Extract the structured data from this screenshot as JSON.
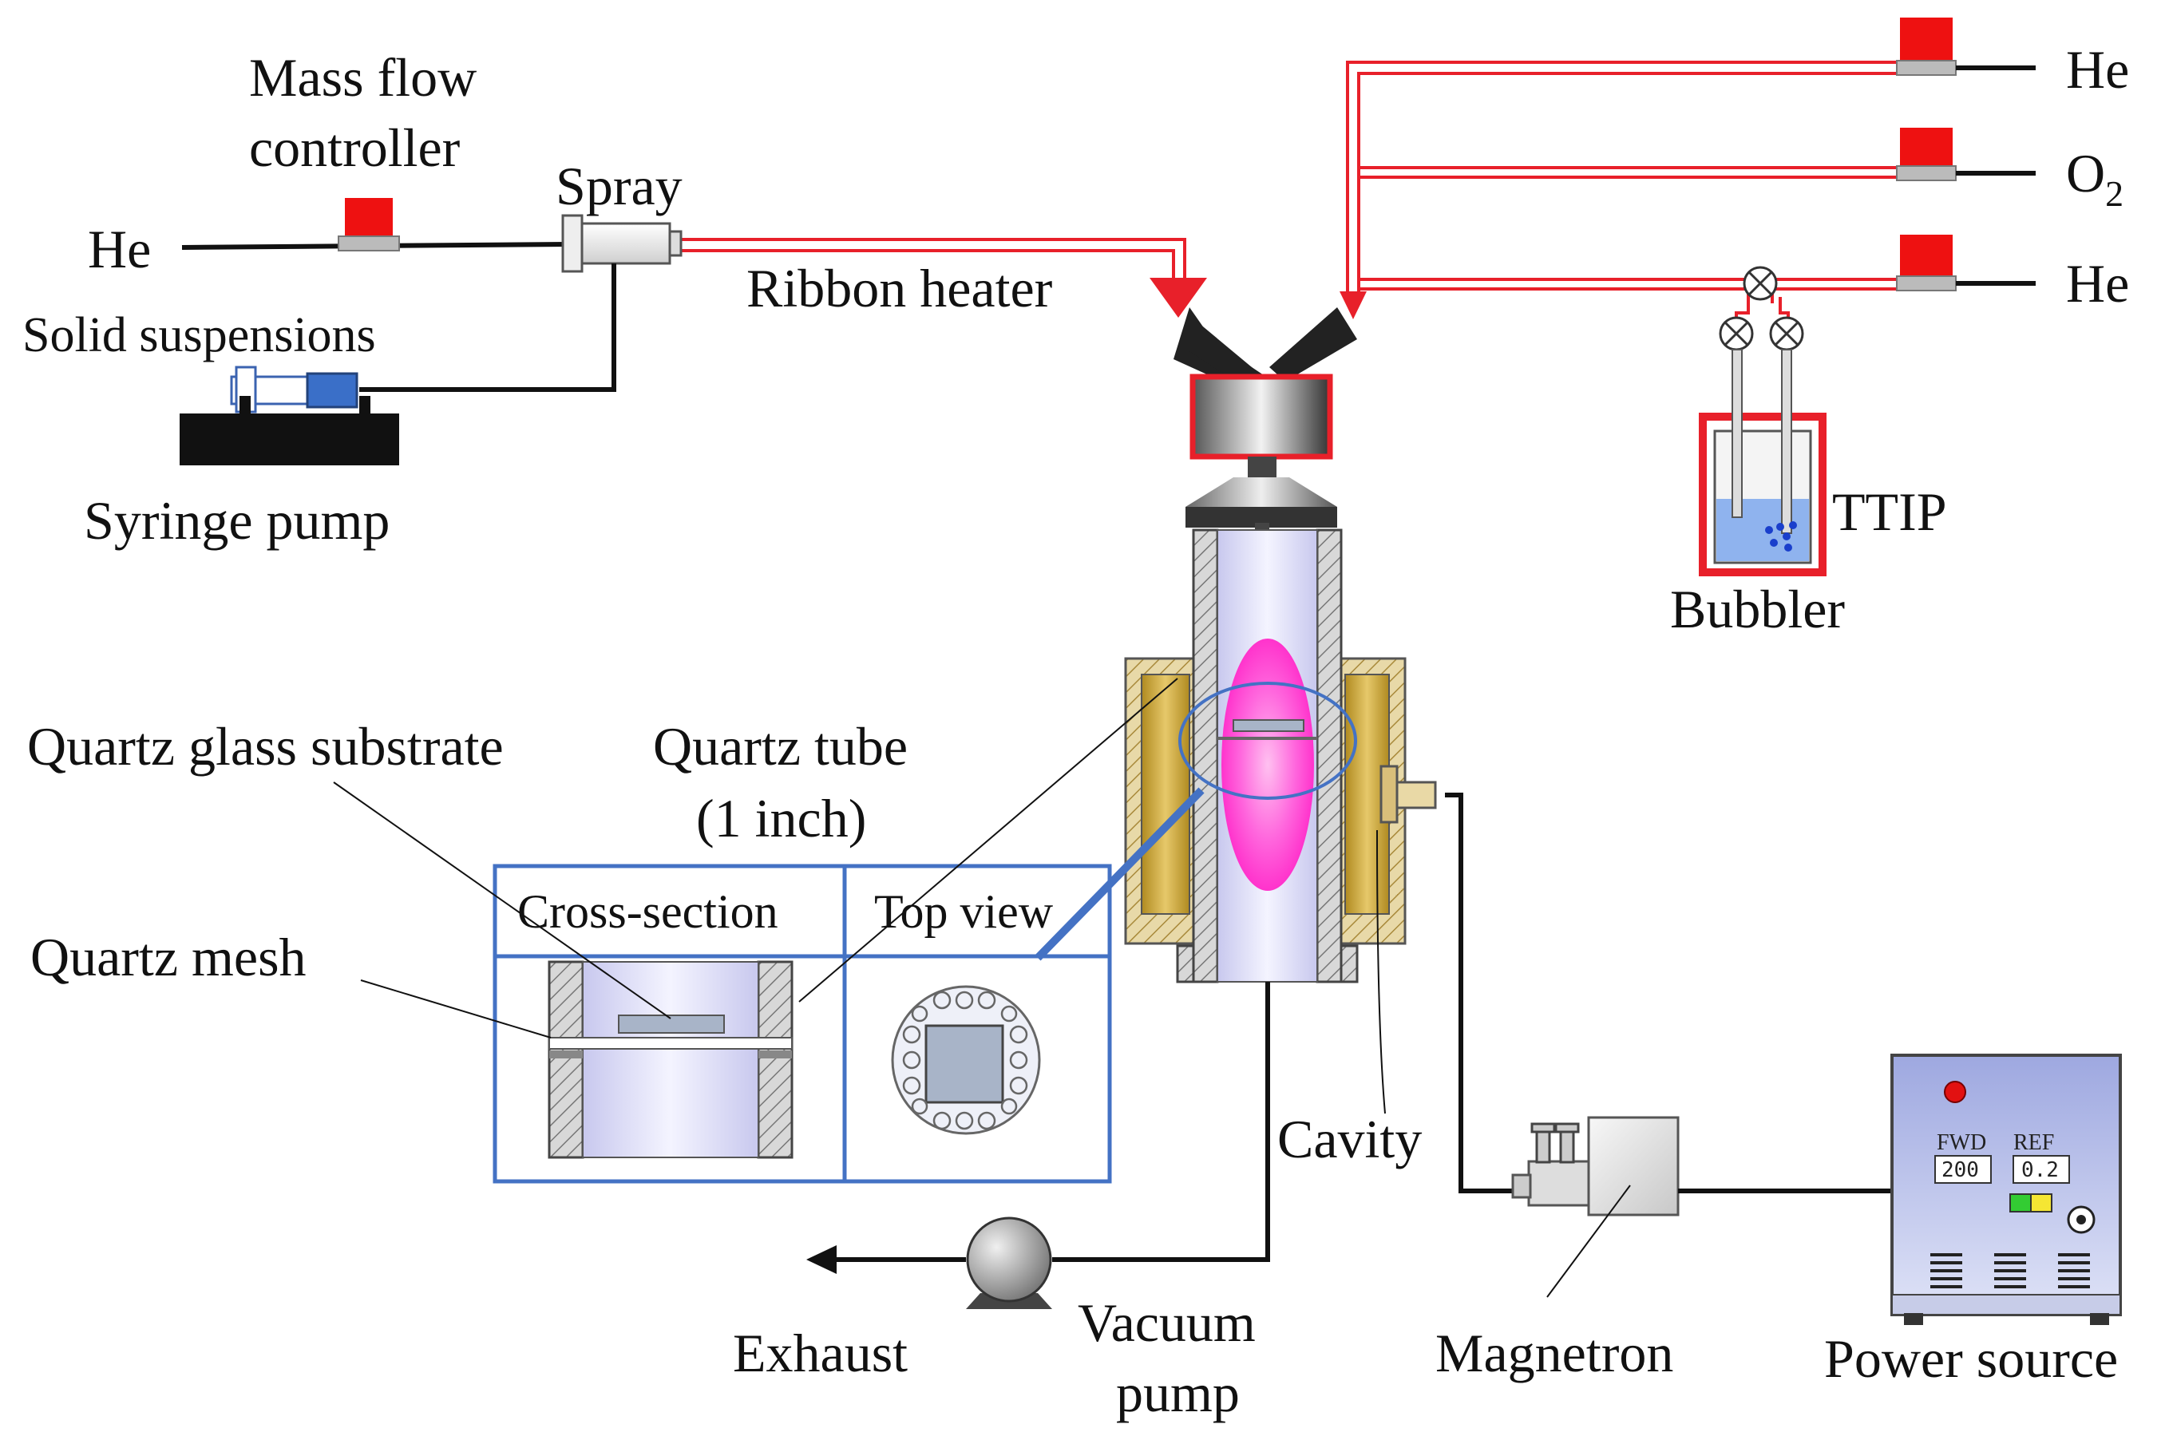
{
  "labels": {
    "mass_flow_controller_line1": "Mass flow",
    "mass_flow_controller_line2": "controller",
    "he_left": "He",
    "spray": "Spray",
    "ribbon_heater": "Ribbon heater",
    "solid_suspensions": "Solid suspensions",
    "syringe_pump": "Syringe pump",
    "he_top": "He",
    "o2_main": "O",
    "o2_sub": "2",
    "he_third": "He",
    "ttip": "TTIP",
    "bubbler": "Bubbler",
    "quartz_glass_substrate": "Quartz glass substrate",
    "quartz_tube_line1": "Quartz tube",
    "quartz_tube_line2": "(1 inch)",
    "cross_section": "Cross-section",
    "top_view": "Top view",
    "quartz_mesh": "Quartz mesh",
    "cavity": "Cavity",
    "exhaust": "Exhaust",
    "vacuum_pump_line1": "Vacuum",
    "vacuum_pump_line2": "pump",
    "magnetron": "Magnetron",
    "power_source": "Power source"
  },
  "power_panel": {
    "fwd_label": "FWD",
    "ref_label": "REF",
    "fwd_value": "200",
    "ref_value": "0.2"
  },
  "colors": {
    "gas_line": "#e8202a",
    "mfc": "#ee1111",
    "plasma": "#ff44cc",
    "cavity": "#c9a236",
    "inset_border": "#4472c4",
    "tube": "#e6e6fa"
  }
}
